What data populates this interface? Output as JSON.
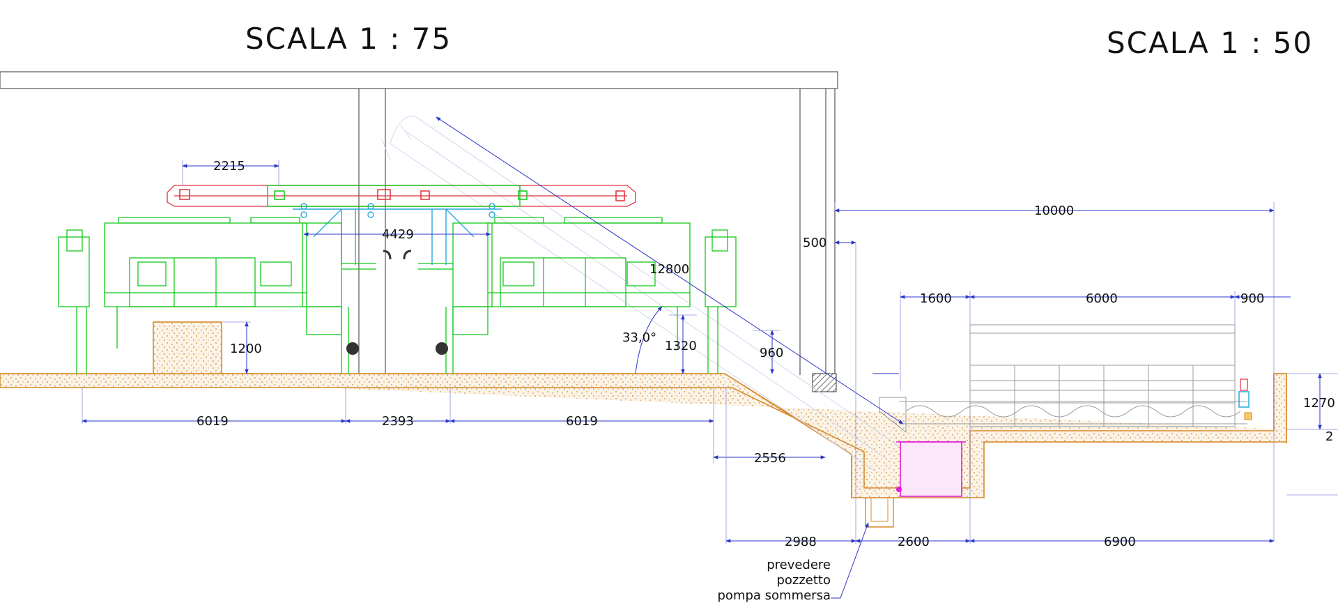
{
  "titles": {
    "left_scale": "SCALA 1 : 75",
    "right_scale": "SCALA 1 : 50"
  },
  "dimensions": {
    "d2215": "2215",
    "d4429": "4429",
    "d12800": "12800",
    "d1200": "1200",
    "d1320": "1320",
    "d960": "960",
    "d500": "500",
    "d10000": "10000",
    "d1600": "1600",
    "d6000": "6000",
    "d900": "900",
    "d1270": "1270",
    "d2": "2",
    "d6019a": "6019",
    "d2393": "2393",
    "d6019b": "6019",
    "d2556": "2556",
    "d2988": "2988",
    "d2600": "2600",
    "d6900": "6900",
    "angle": "33,0°"
  },
  "note": {
    "line1": "prevedere",
    "line2": "pozzetto",
    "line3": "pompa sommersa"
  },
  "colors": {
    "dimension": "#2a35c9",
    "machine": "#12c81a",
    "conveyor": "#e0303a",
    "piping": "#27a9e1",
    "ground": "#d88a2a",
    "tank": "#e21bd8"
  }
}
